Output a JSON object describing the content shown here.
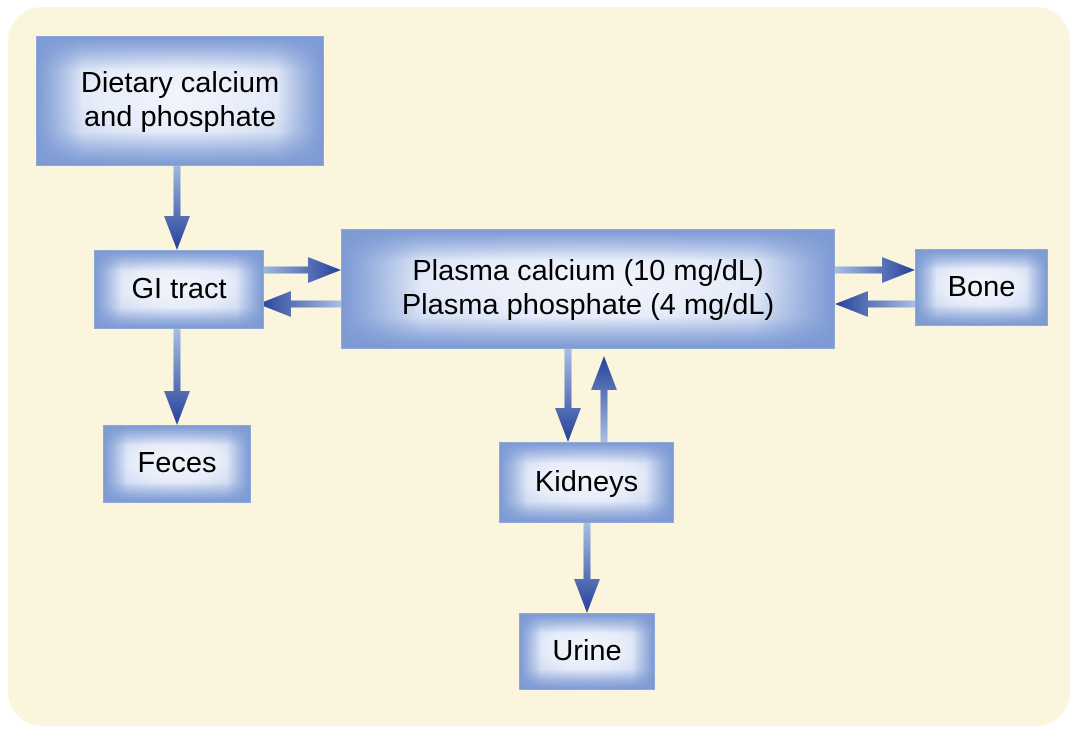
{
  "diagram": {
    "title": "Calcium and phosphate homeostasis flow diagram",
    "background_color": "#fbf5dd",
    "box_border_color": "#8fa8d8",
    "arrow_dark_color": "#24409a",
    "arrow_light_color": "#a8bfe4",
    "nodes": {
      "dietary": {
        "line1": "Dietary calcium",
        "line2": "and phosphate"
      },
      "gi_tract": {
        "label": "GI tract"
      },
      "feces": {
        "label": "Feces"
      },
      "plasma": {
        "line1": "Plasma calcium (10 mg/dL)",
        "line2": "Plasma phosphate (4 mg/dL)",
        "calcium_value": "10 mg/dL",
        "phosphate_value": "4 mg/dL"
      },
      "bone": {
        "label": "Bone"
      },
      "kidneys": {
        "label": "Kidneys"
      },
      "urine": {
        "label": "Urine"
      }
    },
    "edges": [
      {
        "name": "dietary-to-gi-tract",
        "from": "dietary",
        "to": "gi_tract",
        "direction": "down"
      },
      {
        "name": "gi-tract-to-plasma",
        "from": "gi_tract",
        "to": "plasma",
        "direction": "right"
      },
      {
        "name": "plasma-to-gi-tract",
        "from": "plasma",
        "to": "gi_tract",
        "direction": "left"
      },
      {
        "name": "gi-tract-to-feces",
        "from": "gi_tract",
        "to": "feces",
        "direction": "down"
      },
      {
        "name": "plasma-to-bone",
        "from": "plasma",
        "to": "bone",
        "direction": "right"
      },
      {
        "name": "bone-to-plasma",
        "from": "bone",
        "to": "plasma",
        "direction": "left"
      },
      {
        "name": "plasma-to-kidneys",
        "from": "plasma",
        "to": "kidneys",
        "direction": "down"
      },
      {
        "name": "kidneys-to-plasma",
        "from": "kidneys",
        "to": "plasma",
        "direction": "up"
      },
      {
        "name": "kidneys-to-urine",
        "from": "kidneys",
        "to": "urine",
        "direction": "down"
      }
    ]
  }
}
